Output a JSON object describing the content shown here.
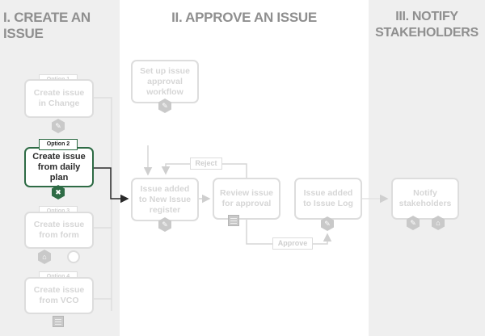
{
  "columns": {
    "create": "I. CREATE AN ISSUE",
    "approve": "II. APPROVE AN ISSUE",
    "notify_line1": "III. NOTIFY",
    "notify_line2": "STAKEHOLDERS"
  },
  "options": {
    "opt1": "Option 1",
    "opt2": "Option 2",
    "opt3": "Option 3",
    "opt4": "Option 4"
  },
  "nodes": {
    "change": "Create issue in Change",
    "daily": "Create issue from daily plan",
    "form": "Create issue from form",
    "vco": "Create issue from VCO",
    "workflow": "Set up issue approval workflow",
    "register": "Issue added to New Issue register",
    "review": "Review issue for approval",
    "log": "Issue added to Issue Log",
    "notify": "Notify stakeholders"
  },
  "labels": {
    "reject": "Reject",
    "approve": "Approve"
  },
  "icons": {
    "edit": "✎",
    "tools": "✖",
    "home": "⌂",
    "gear": "⚙"
  },
  "colors": {
    "active": "#2e6b45",
    "inactive": "#dddddd"
  }
}
